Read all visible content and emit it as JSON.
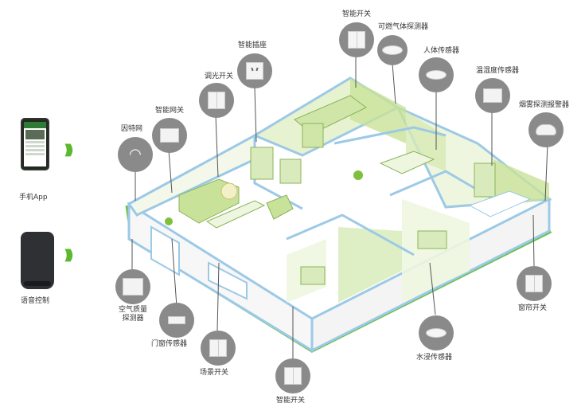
{
  "left_panel": {
    "phone_label": "手机App",
    "speaker_label": "语音控制"
  },
  "devices": {
    "internet": "因特网",
    "smart_gateway": "智能网关",
    "dimmer_switch": "调光开关",
    "smart_socket": "智能插座",
    "smart_switch_top": "智能开关",
    "gas_detector": "可燃气体探测器",
    "human_sensor": "人体传感器",
    "temp_humidity_sensor": "温湿度传感器",
    "smoke_alarm": "烟雾探测报警器",
    "curtain_switch": "窗帘开关",
    "water_sensor": "水浸传感器",
    "smart_switch_bottom": "智能开关",
    "scene_switch": "场景开关",
    "door_window_sensor": "门窗传感器",
    "air_quality_detector": "空气质量\n探测器"
  },
  "colors": {
    "wall_blue": "#9cc9e6",
    "floor_green": "#6cc04a",
    "accent_green": "#c9e29a",
    "icon_gray": "#8a8a8a"
  }
}
